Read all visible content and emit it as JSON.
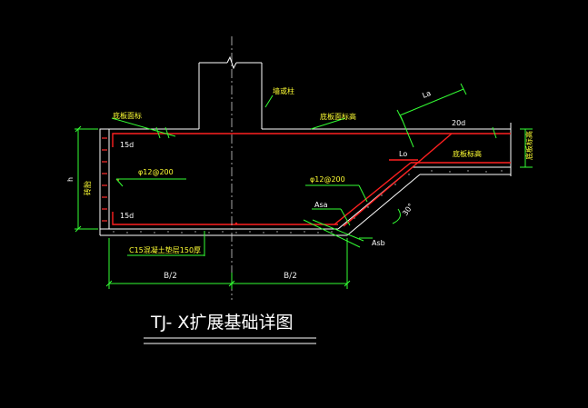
{
  "title": "TJ- X扩展基础详图",
  "colors": {
    "background": "#000000",
    "concrete": "#ffffff",
    "rebar": "#ff2020",
    "dimension": "#33ff33",
    "label": "#ffff33",
    "centerline": "#cfcfcf"
  },
  "labels": {
    "top_finish_left": "底板面标",
    "wall": "墙或柱",
    "top_elev": "底板面标高",
    "la": "La",
    "dim_20d": "20d",
    "lo": "Lo",
    "bottom_elev": "底板标高",
    "side_elev": "底板标高",
    "top_15d": "15d",
    "bottom_15d": "15d",
    "rebar_left": "φ12@200",
    "rebar_right": "φ12@200",
    "asa": "Asa",
    "asb": "Asb",
    "angle": "30°",
    "height": "h",
    "side_label": "砖胎",
    "cushion": "C15混凝土垫层150厚",
    "half_width_left": "B/2",
    "half_width_right": "B/2"
  }
}
